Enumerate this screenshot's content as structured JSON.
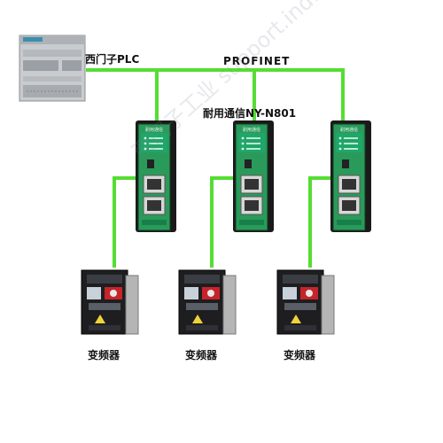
{
  "labels": {
    "plc": "西门子PLC",
    "bus": "PROFINET",
    "gateway_model": "耐用通信NY-N801",
    "gateway_brand_small": "耐用通信",
    "vfd": "变频器"
  },
  "colors": {
    "wire": "#55dd33",
    "gateway_body": "#2a9a5a",
    "gateway_face": "#1fa66a",
    "plc_body": "#c9cccf"
  },
  "watermark": "西门子工业 support.industry.siemens.com/cs"
}
